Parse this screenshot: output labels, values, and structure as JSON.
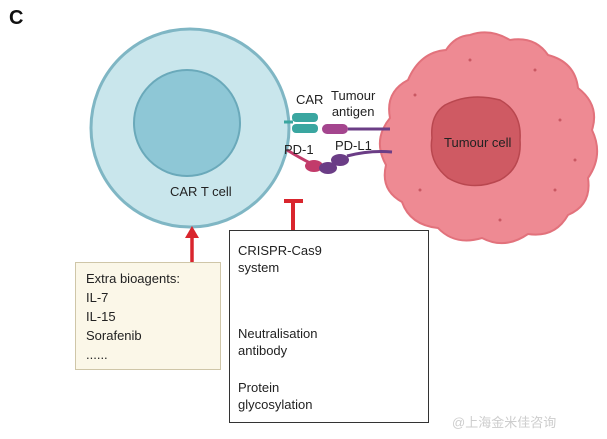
{
  "panel_letter": "C",
  "labels": {
    "car": "CAR",
    "tumour_antigen_line1": "Tumour",
    "tumour_antigen_line2": "antigen",
    "pd1": "PD-1",
    "pdl1": "PD-L1",
    "tumour_cell": "Tumour cell",
    "car_t_cell": "CAR T cell"
  },
  "bioagents": {
    "title": "Extra bioagents:",
    "items": [
      "IL-7",
      "IL-15",
      "Sorafenib",
      "......"
    ]
  },
  "inhibitors": {
    "crispr": [
      "CRISPR-Cas9",
      "system"
    ],
    "antibody": [
      "Neutralisation",
      "antibody"
    ],
    "glyco": [
      "Protein",
      "glycosylation"
    ]
  },
  "watermark": "@上海金米佳咨询",
  "colors": {
    "cart_cell_outer": "#c9e6ec",
    "cart_cell_nucleus": "#8ec7d6",
    "cart_cell_edge": "#7fb6c4",
    "tumour_cell": "#ee8a93",
    "tumour_nucleus": "#cf5a63",
    "car_receptor": "#3aa6a0",
    "pd1_receptor": "#c23b6a",
    "pdl1_ligand": "#6b3d86",
    "inhibition_red": "#d9252d",
    "antibody_blue": "#2f5aa8"
  },
  "icons": [
    "crispr-cas9-icon",
    "antibody-icon",
    "glycan-icon",
    "inhibition-bar-icon",
    "arrow-up-icon"
  ]
}
